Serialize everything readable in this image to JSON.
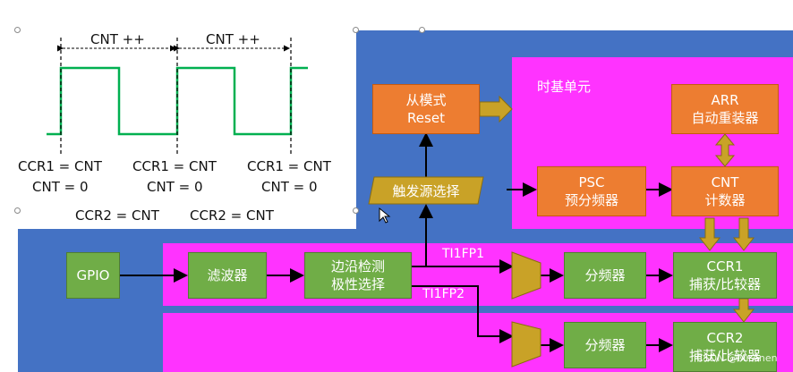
{
  "colors": {
    "blue_background": "#4472c4",
    "pink_region": "#ff33ff",
    "orange_block": "#ed7d31",
    "green_block": "#70ad47",
    "gold_shape": "#c9a227",
    "waveform": "#00b050"
  },
  "timebase": {
    "title": "时基单元"
  },
  "blocks": {
    "slave_mode": {
      "line1": "从模式",
      "line2": "Reset"
    },
    "arr": {
      "line1": "ARR",
      "line2": "自动重装器"
    },
    "psc": {
      "line1": "PSC",
      "line2": "预分频器"
    },
    "cnt": {
      "line1": "CNT",
      "line2": "计数器"
    },
    "trigger_select": "触发源选择",
    "gpio": "GPIO",
    "filter": "滤波器",
    "edge_detect": {
      "line1": "边沿检测",
      "line2": "极性选择"
    },
    "prescaler_1": "分频器",
    "prescaler_2": "分频器",
    "ccr1": {
      "line1": "CCR1",
      "line2": "捕获/比较器"
    },
    "ccr2": {
      "line1": "CCR2",
      "line2": "捕获/比较器"
    }
  },
  "signals": {
    "ti1fp1": "TI1FP1",
    "ti1fp2": "TI1FP2"
  },
  "waveform": {
    "cnt_label_1": "CNT ++",
    "cnt_label_2": "CNT ++",
    "event_labels": [
      {
        "line1": "CCR1 = CNT",
        "line2": "CNT = 0"
      },
      {
        "line1": "CCR1 = CNT",
        "line2": "CNT = 0"
      },
      {
        "line1": "CCR1 = CNT",
        "line2": "CNT = 0"
      }
    ],
    "ccr2_labels": [
      "CCR2 = CNT",
      "CCR2 = CNT"
    ]
  },
  "watermark": "CSDN @Mr.Anen"
}
